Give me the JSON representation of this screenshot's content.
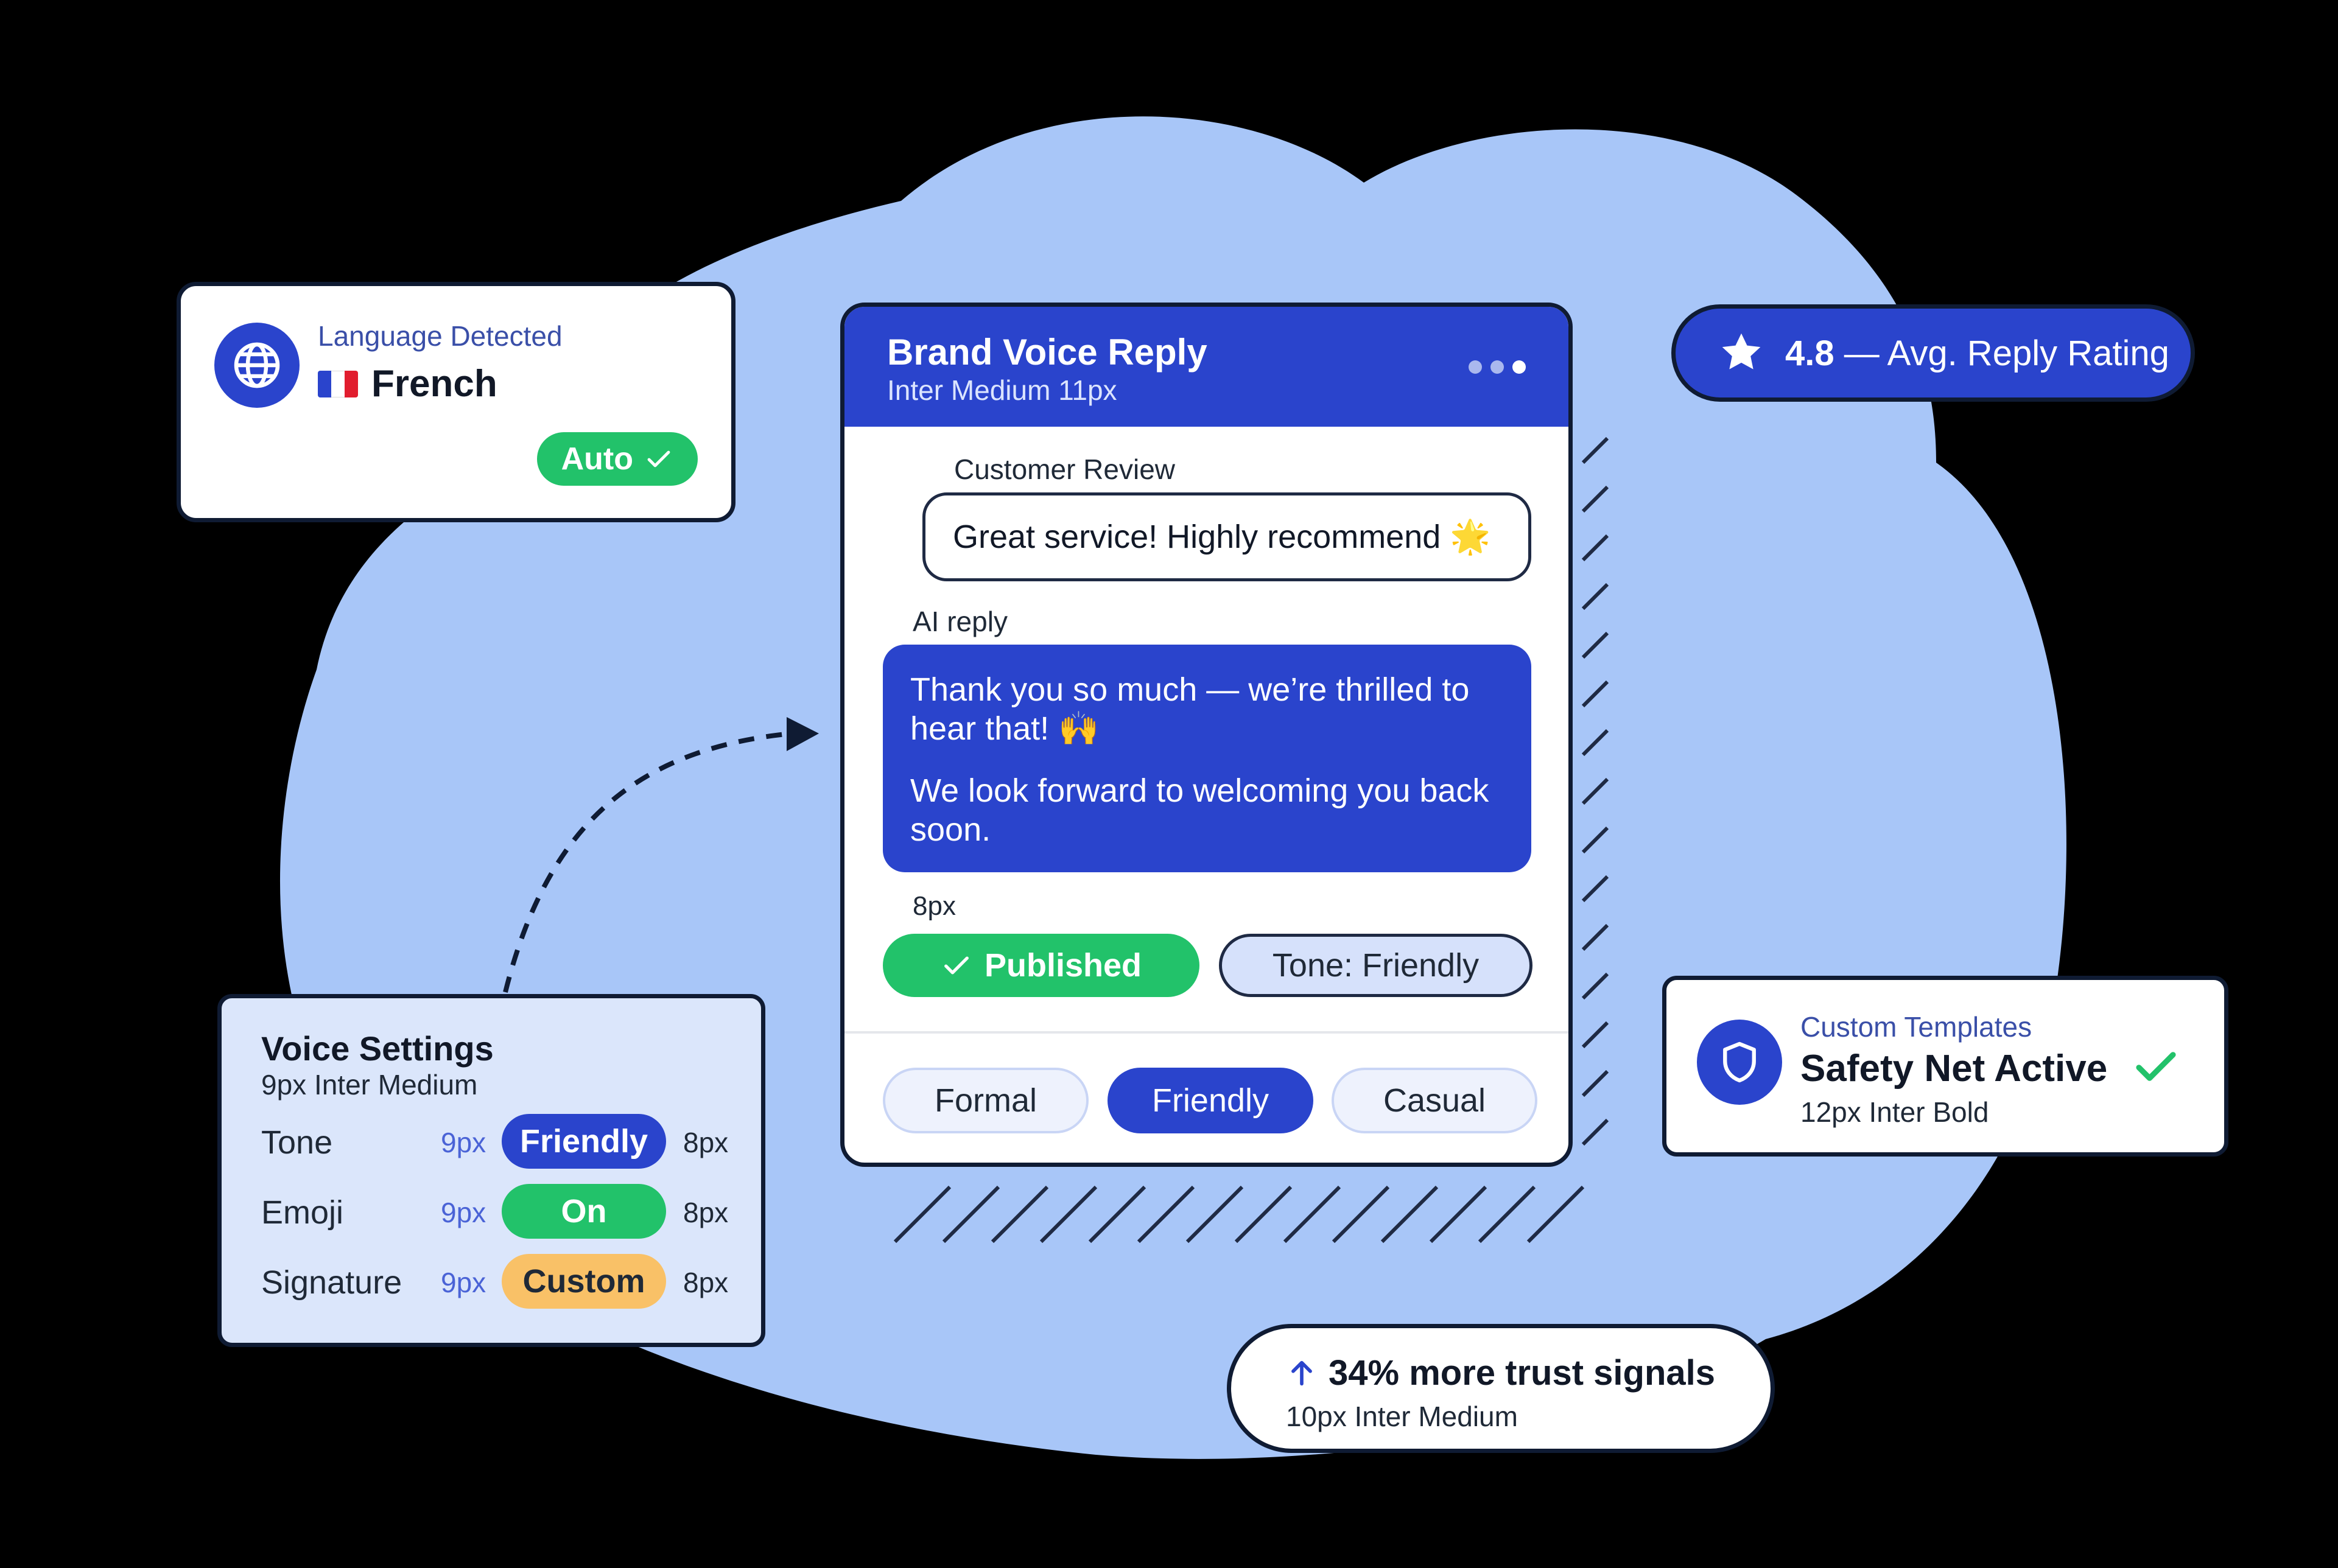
{
  "language_card": {
    "eyebrow": "Language Detected",
    "language": "French",
    "status": "Auto",
    "flag_colors": [
      "#2a44cc",
      "#ffffff",
      "#e11d2e"
    ]
  },
  "rating": {
    "value": "4.8",
    "label": "— Avg. Reply Rating"
  },
  "reply_card": {
    "title": "Brand Voice Reply",
    "subtitle": "Inter Medium 11px",
    "review_label": "Customer Review",
    "review_text": "Great service! Highly recommend 🌟",
    "ai_label": "AI reply",
    "ai_paragraph_1": "Thank you so much — we’re thrilled to hear that! 🙌",
    "ai_paragraph_2": "We look forward to welcoming you back soon.",
    "spacing_note": "8px",
    "published_label": "Published",
    "tone_label": "Tone: Friendly",
    "tone_options": [
      "Formal",
      "Friendly",
      "Casual"
    ],
    "selected_tone": "Friendly"
  },
  "voice_settings": {
    "title": "Voice Settings",
    "subtitle": "9px Inter Medium",
    "rows": [
      {
        "label": "Tone",
        "left_px": "9px",
        "value": "Friendly",
        "right_px": "8px"
      },
      {
        "label": "Emoji",
        "left_px": "9px",
        "value": "On",
        "right_px": "8px"
      },
      {
        "label": "Signature",
        "left_px": "9px",
        "value": "Custom",
        "right_px": "8px"
      }
    ]
  },
  "safety": {
    "eyebrow": "Custom Templates",
    "title": "Safety Net Active",
    "subtitle": "12px Inter Bold"
  },
  "trust": {
    "title": "34% more trust signals",
    "subtitle": "10px Inter Medium"
  },
  "colors": {
    "brand_blue": "#2a44cc",
    "success_green": "#22c26a",
    "accent_orange": "#f9c167",
    "blob_blue": "#a8c6f8",
    "outline_navy": "#0f1b33"
  },
  "icons": [
    "globe-icon",
    "check-icon",
    "star-icon",
    "more-dots-icon",
    "shield-icon",
    "arrow-up-icon"
  ]
}
